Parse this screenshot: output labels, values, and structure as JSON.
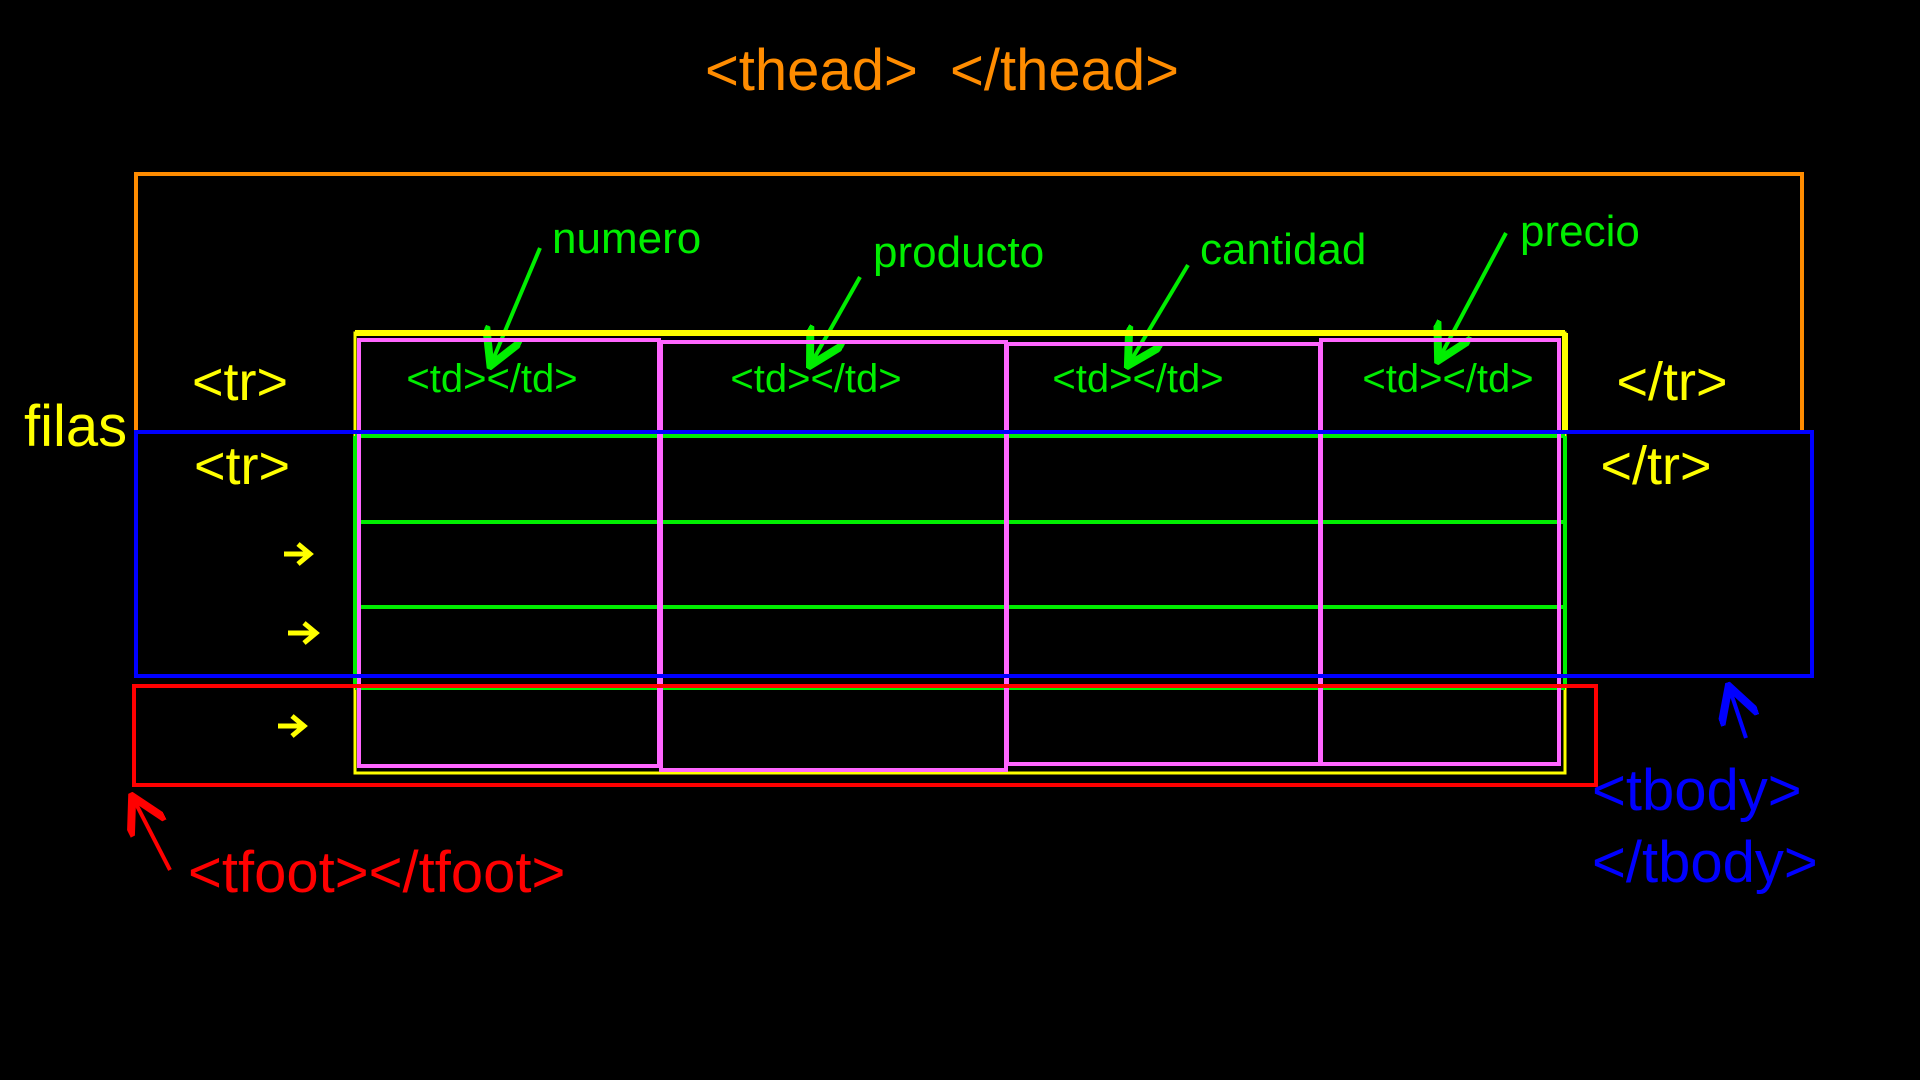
{
  "colors": {
    "background": "#000000",
    "thead": "#ff8c00",
    "rows": "#ffff00",
    "cells": "#00ee00",
    "columns": "#ff66ff",
    "tbody": "#0000ff",
    "tfoot": "#ff0000"
  },
  "thead_label": "<thead>  </thead>",
  "filas_label": "filas",
  "row_tags": {
    "head_open": "<tr>",
    "head_close": "</tr>",
    "body_open": "<tr>",
    "body_close": "</tr>"
  },
  "columns": [
    {
      "name": "numero",
      "cell_tag": "<td></td>"
    },
    {
      "name": "producto",
      "cell_tag": "<td></td>"
    },
    {
      "name": "cantidad",
      "cell_tag": "<td></td>"
    },
    {
      "name": "precio",
      "cell_tag": "<td></td>"
    }
  ],
  "tbody_label": {
    "open": "<tbody>",
    "close": "</tbody>"
  },
  "tfoot_label": "<tfoot></tfoot>",
  "icons": {
    "column_arrow": "green-arrow-icon",
    "row_arrow": "yellow-arrow-icon",
    "tbody_arrow": "blue-arrow-icon",
    "tfoot_arrow": "red-arrow-icon"
  }
}
